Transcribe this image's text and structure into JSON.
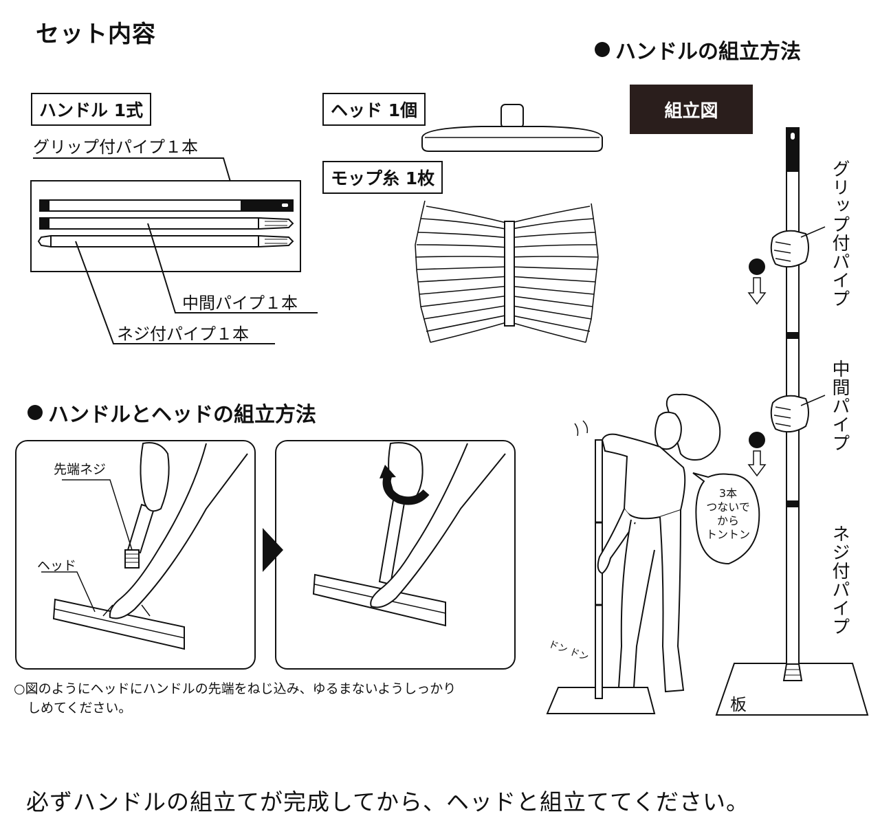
{
  "set_contents": {
    "title": "セット内容",
    "handle_label": "ハンドル 1式",
    "grip_pipe": "グリップ付パイプ１本",
    "middle_pipe": "中間パイプ１本",
    "screw_pipe": "ネジ付パイプ１本",
    "head_label": "ヘッド 1個",
    "mop_label": "モップ糸 1枚"
  },
  "handle_assembly": {
    "title": "ハンドルの組立方法",
    "diagram_label": "組立図",
    "grip_label": "グリップ付パイプ",
    "middle_label": "中間パイプ",
    "screw_label": "ネジ付パイプ",
    "board_label": "板",
    "speech_bubble": [
      "3本",
      "つないで",
      "から",
      "トントン"
    ],
    "sfx": "ドン ドン"
  },
  "head_assembly": {
    "title": "ハンドルとヘッドの組立方法",
    "tip_screw_label": "先端ネジ",
    "head_label": "ヘッド",
    "note_line1": "○図のようにヘッドにハンドルの先端をねじ込み、ゆるまないようしっかり",
    "note_line2": "しめてください。"
  },
  "footer": {
    "warning": "必ずハンドルの組立てが完成してから、ヘッドと組立ててください。"
  },
  "colors": {
    "ink": "#111111",
    "dark_box": "#2a1e1c",
    "background": "#ffffff"
  }
}
